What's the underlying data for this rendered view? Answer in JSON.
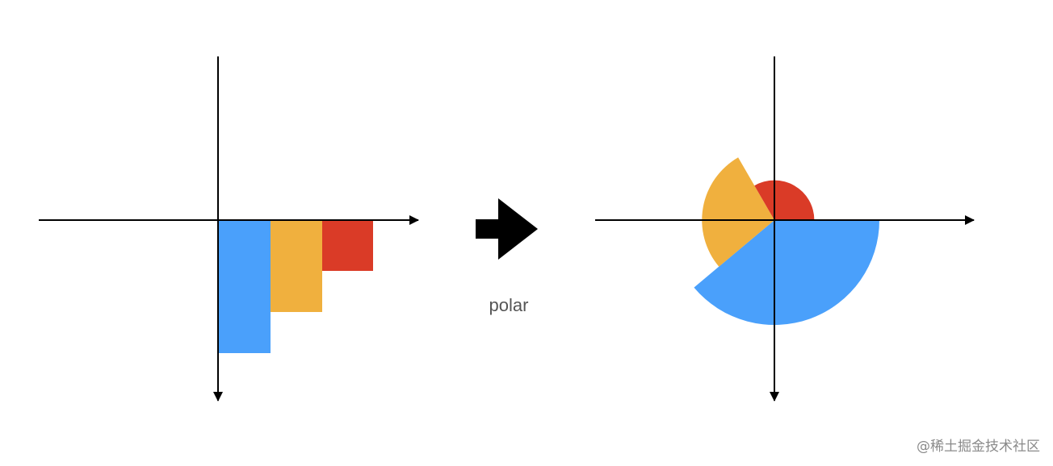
{
  "colors": {
    "blue": "#4aa0fb",
    "yellow": "#f0b03e",
    "red": "#da3b27",
    "axis": "#000000",
    "arrow": "#000000"
  },
  "transform_label": "polar",
  "watermark": "@稀土掘金技术社区",
  "bars": [
    {
      "name": "blue",
      "value": 1.0
    },
    {
      "name": "yellow",
      "value": 0.69
    },
    {
      "name": "red",
      "value": 0.38
    }
  ]
}
